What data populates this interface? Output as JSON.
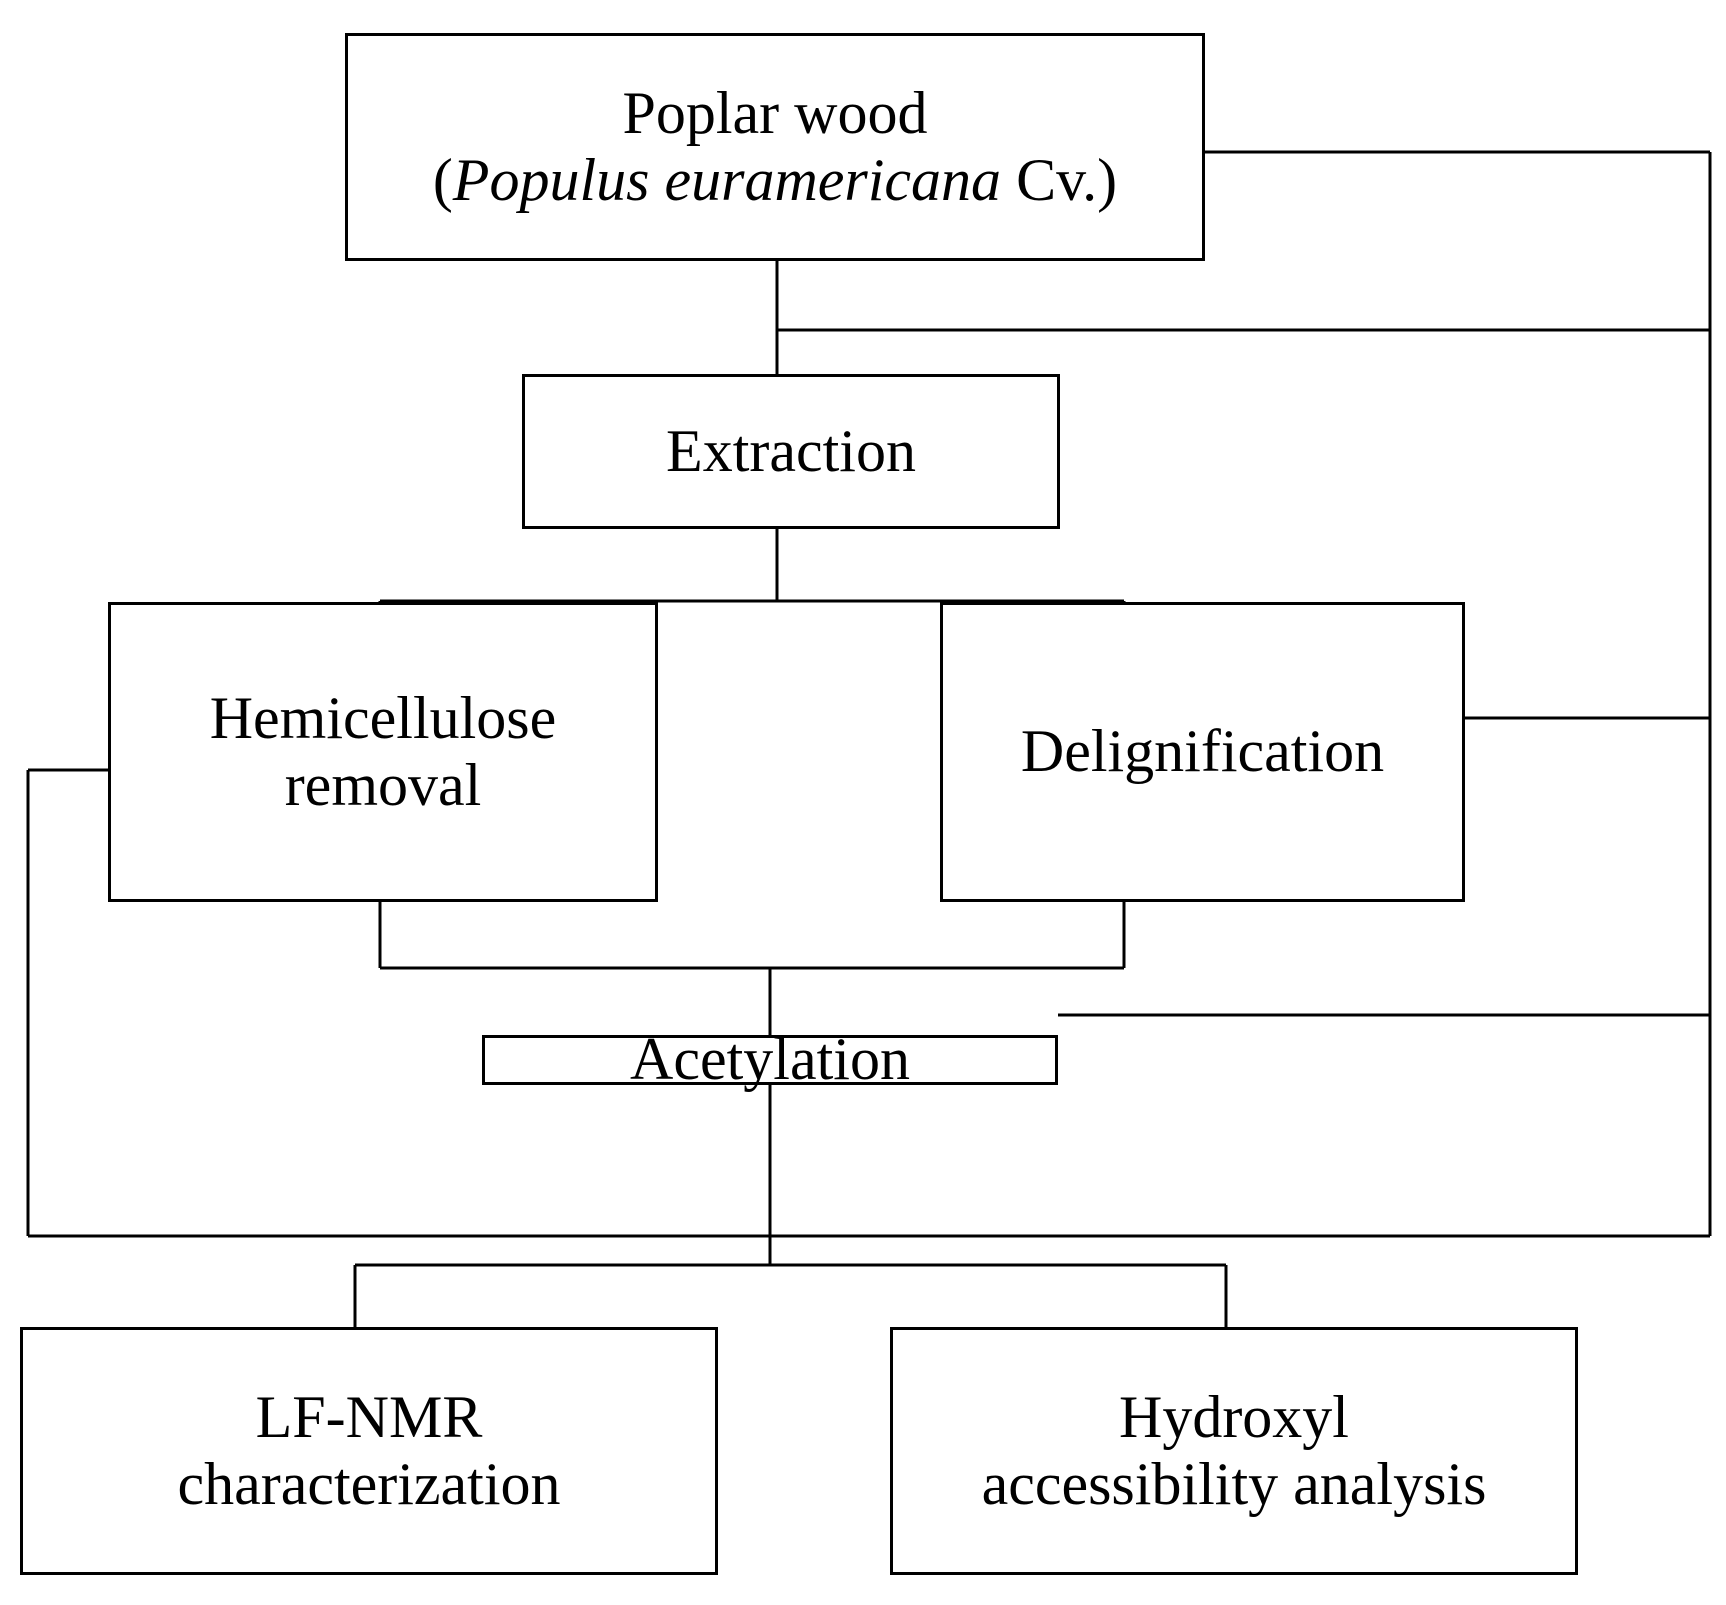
{
  "diagram": {
    "title_line1": "Poplar wood",
    "type": "process-flowchart",
    "stroke_color": "#000000",
    "background_color": "#ffffff",
    "nodes": {
      "poplar": {
        "line1": "Poplar wood",
        "line2_open": "(",
        "line2_italic": "Populus euramericana",
        "line2_close": " Cv.)"
      },
      "extraction": {
        "line1": "Extraction"
      },
      "hemicellulose": {
        "line1": "Hemicellulose",
        "line2": "removal"
      },
      "delignification": {
        "line1": "Delignification"
      },
      "acetylation": {
        "line1": "Acetylation"
      },
      "lfnmr": {
        "line1": "LF-NMR",
        "line2": "characterization"
      },
      "hydroxyl": {
        "line1": "Hydroxyl",
        "line2": "accessibility analysis"
      }
    },
    "edges": [
      {
        "from": "poplar",
        "to": "extraction"
      },
      {
        "from": "poplar",
        "to": "acetylation-bypass-right"
      },
      {
        "from": "extraction",
        "to": "hemicellulose"
      },
      {
        "from": "extraction",
        "to": "delignification"
      },
      {
        "from": "extraction",
        "to": "bypass-right"
      },
      {
        "from": "hemicellulose",
        "to": "acetylation"
      },
      {
        "from": "delignification",
        "to": "acetylation"
      },
      {
        "from": "hemicellulose",
        "to": "outer-left-loop"
      },
      {
        "from": "delignification",
        "to": "outer-right-loop"
      },
      {
        "from": "acetylation",
        "to": "outer-right-loop"
      },
      {
        "from": "acetylation",
        "to": "lfnmr"
      },
      {
        "from": "acetylation",
        "to": "hydroxyl"
      }
    ]
  }
}
